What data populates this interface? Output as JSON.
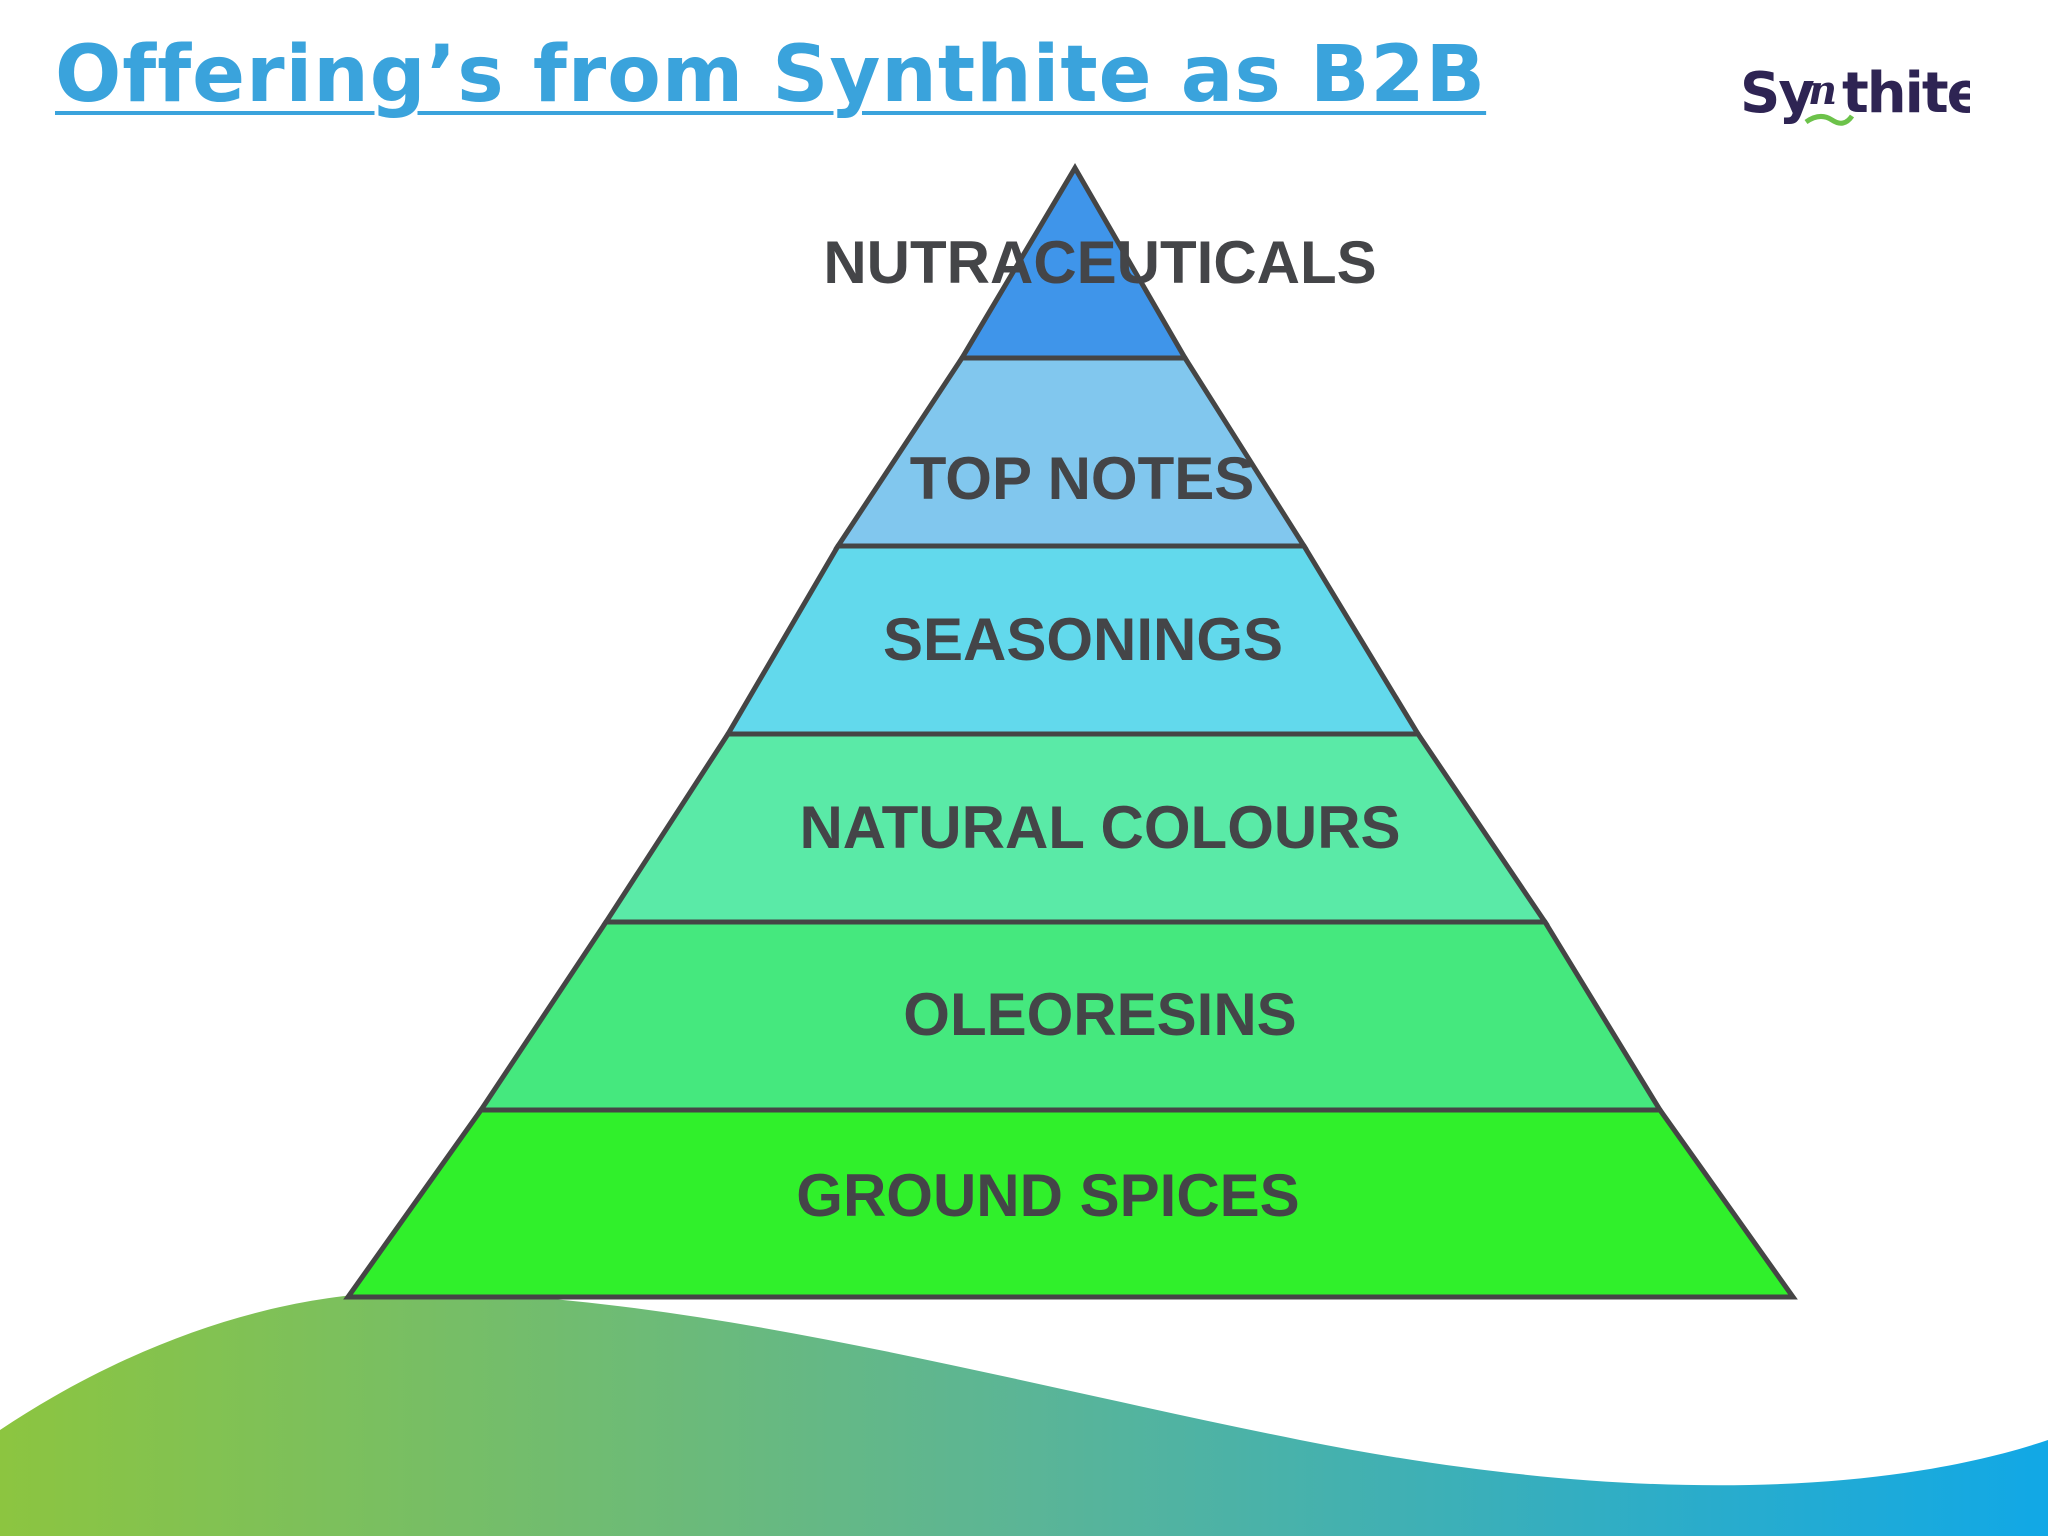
{
  "slide": {
    "title": "Offering’s from Synthite as B2B"
  },
  "logo": {
    "brand": "Synthite",
    "text_color": "#2e2453",
    "swirl_color": "#6cc24a"
  },
  "pyramid": {
    "tiers": [
      {
        "label": "NUTRACEUTICALS",
        "color": "#3f95ea"
      },
      {
        "label": "TOP NOTES",
        "color": "#81c7ee"
      },
      {
        "label": "SEASONINGS",
        "color": "#62d9ec"
      },
      {
        "label": "NATURAL COLOURS",
        "color": "#5aeaa7"
      },
      {
        "label": "OLEORESINS",
        "color": "#45e87e"
      },
      {
        "label": "GROUND SPICES",
        "color": "#30f02b"
      }
    ],
    "stroke_color": "#454545",
    "label_color": "#444548"
  },
  "decor": {
    "wave_colors": [
      "#8cc540",
      "#5bb596",
      "#11a8e6"
    ]
  }
}
